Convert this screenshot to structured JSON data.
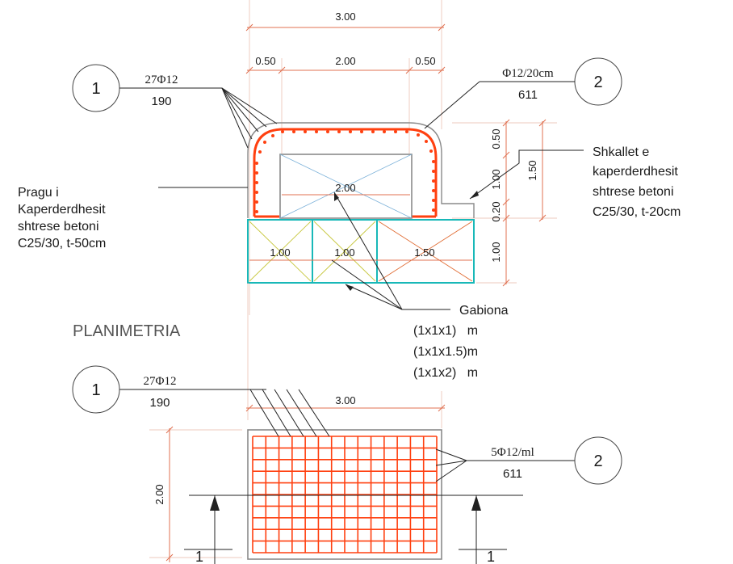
{
  "section": {
    "dim_top_total": "3.00",
    "dim_top_left": "0.50",
    "dim_top_mid": "2.00",
    "dim_top_right": "0.50",
    "dim_right_a": "0.50",
    "dim_right_b": "1.00",
    "dim_right_c": "0.20",
    "dim_right_d": "1.00",
    "dim_right_total": "1.50",
    "gabion_left": "1.00",
    "gabion_mid": "1.00",
    "gabion_right": "1.50",
    "top_box_dim": "2.00"
  },
  "callouts": {
    "c1_top": {
      "number": "1",
      "bar": "27Φ12",
      "length": "190"
    },
    "c2_top": {
      "number": "2",
      "bar": "Φ12/20cm",
      "length": "611"
    },
    "c1_bottom": {
      "number": "1",
      "bar": "27Φ12",
      "length": "190"
    },
    "c2_bottom": {
      "number": "2",
      "bar": "5Φ12/ml",
      "length": "611"
    }
  },
  "notes": {
    "pragu": [
      "Pragu i",
      "Kaperderdhesit",
      "shtrese betoni",
      "C25/30, t-50cm"
    ],
    "shkallet": [
      "Shkallet e",
      "kaperderdhesit",
      "shtrese betoni",
      "C25/30, t-20cm"
    ],
    "gabiona": [
      "Gabiona",
      "(1x1x1)   m",
      "(1x1x1.5)m",
      "(1x1x2)   m"
    ]
  },
  "plan": {
    "title": "PLANIMETRIA",
    "dim_width": "3.00",
    "dim_height": "2.00",
    "section_mark_left": "1",
    "section_mark_right": "1"
  }
}
